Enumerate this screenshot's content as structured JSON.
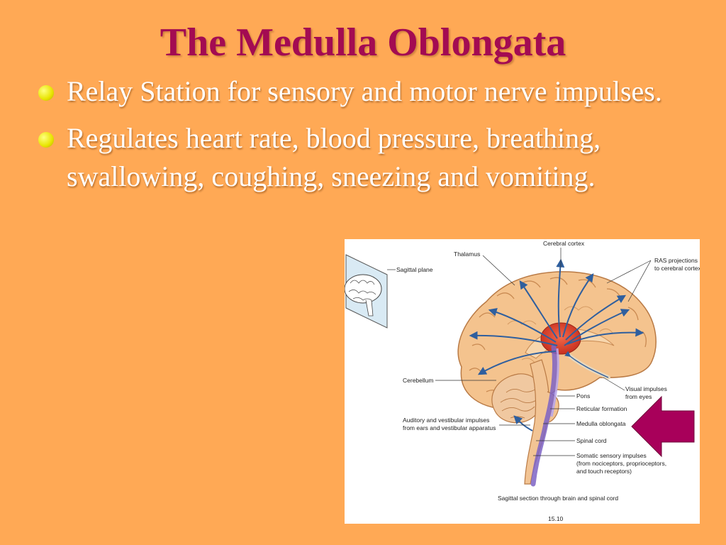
{
  "slide": {
    "title": "The Medulla Oblongata",
    "bullets": [
      "Relay Station for sensory and motor nerve impulses.",
      "Regulates heart rate, blood pressure, breathing, swallowing, coughing, sneezing and vomiting."
    ]
  },
  "figure": {
    "labels": {
      "cerebral_cortex": "Cerebral cortex",
      "thalamus": "Thalamus",
      "ras_1": "RAS projections",
      "ras_2": "to cerebral cortex",
      "sagittal_plane": "Sagittal plane",
      "cerebellum": "Cerebellum",
      "visual_1": "Visual impulses",
      "visual_2": "from eyes",
      "pons": "Pons",
      "reticular": "Reticular formation",
      "auditory_1": "Auditory and vestibular impulses",
      "auditory_2": "from ears and vestibular apparatus",
      "medulla": "Medulla oblongata",
      "spinal_cord": "Spinal cord",
      "somatic_1": "Somatic sensory impulses",
      "somatic_2": "(from nociceptors, proprioceptors,",
      "somatic_3": "and touch receptors)",
      "caption": "Sagittal section through brain and spinal cord",
      "fig_number": "15.10"
    }
  },
  "colors": {
    "background": "#ffa955",
    "title": "#a30b52",
    "bullet_text": "#ffffff",
    "bullet_dot": "#e8e400",
    "pointer_arrow": "#a8005a",
    "brain_tissue": "#f4c38e",
    "arrows": "#2f5f9e"
  }
}
